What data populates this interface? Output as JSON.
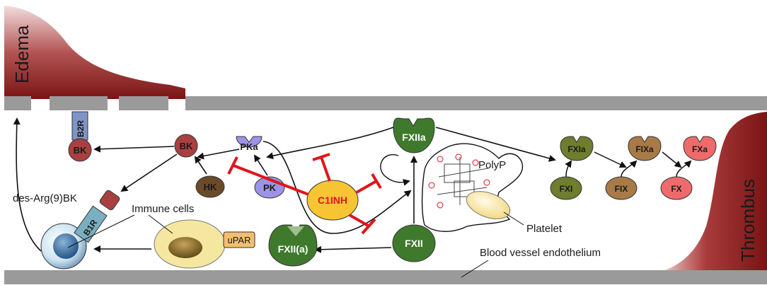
{
  "labels": {
    "edema": "Edema",
    "thrombus": "Thrombus",
    "immune_cells": "Immune cells",
    "polyp": "PolyP",
    "platelet": "Platelet",
    "endothelium": "Blood vessel endothelium",
    "des_arg_bk": "des-Arg(9)BK"
  },
  "nodes": {
    "b2r": "B2R",
    "bk_receptor": "BK",
    "bk": "BK",
    "pka": "PKa",
    "hk": "HK",
    "pk": "PK",
    "c1inh": "C1INH",
    "fxiia": "FXIIa",
    "fxii": "FXII",
    "fxii_a": "FXII(a)",
    "upar": "uPAR",
    "b1r": "B1R",
    "fxia": "FXIa",
    "fixa": "FIXa",
    "fxa": "FXa",
    "fxi": "FXI",
    "fix": "FIX",
    "fx": "FX"
  },
  "colors": {
    "vessel_wall": "#9a9a9a",
    "edema_red": "#8b1a1a",
    "inhibition_red": "#e0151b",
    "c1inh_fill": "#f7c534",
    "c1inh_text": "#e0151b",
    "fxii_green": "#3f7a2c",
    "pk_purple": "#9b94e6",
    "hk_brown": "#6b4a2a",
    "bk_red": "#a84040",
    "fxi_olive": "#6e7d2e",
    "fix_brown": "#a87a48",
    "fx_red": "#ef6b6b",
    "b2r_blue": "#7f94c7",
    "b1r_teal": "#79afc0",
    "immune_yellow": "#f6e7a0",
    "upar_orange": "#f2bf6f"
  }
}
